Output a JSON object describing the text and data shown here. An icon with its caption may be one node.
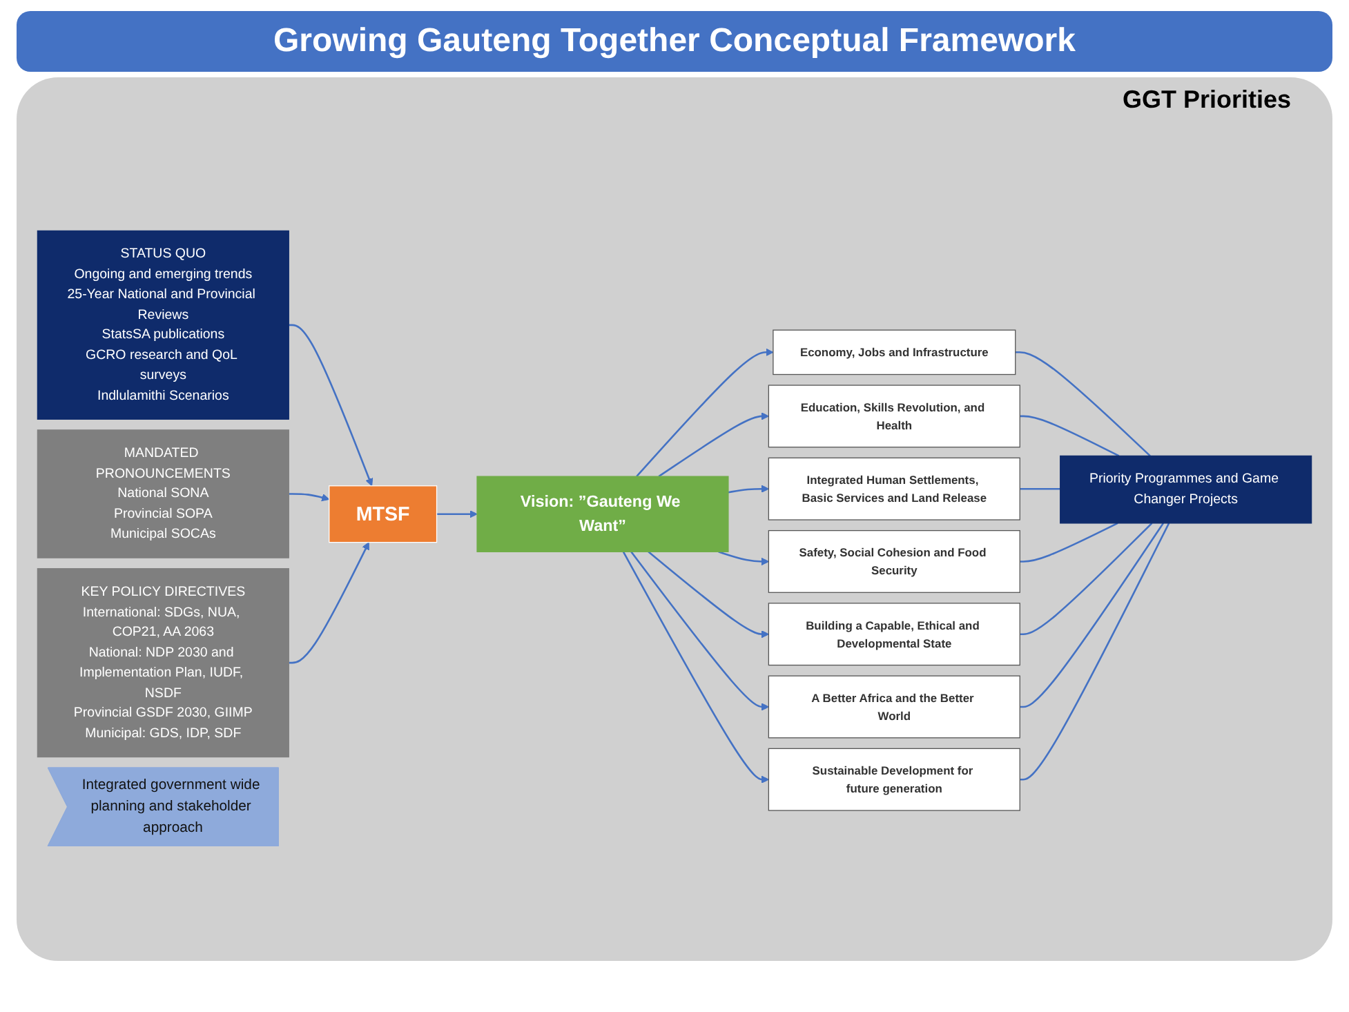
{
  "diagram": {
    "title": "Growing Gauteng Together Conceptual Framework",
    "nodes": [
      {
        "text": [
          "STATUS QUO",
          "Ongoing and emerging trends",
          "25-Year National and Provincial Reviews",
          "StatsSA publications",
          "GCRO research and QoL surveys",
          "Indlulamithi Scenarios"
        ]
      },
      {
        "text": [
          "MANDATED PRONOUNCEMENTS",
          "National SONA",
          "Provincial SOPA",
          "Municipal SOCAs"
        ]
      },
      {
        "text": [
          "MTSF"
        ]
      },
      {
        "text": [
          "KEY POLICY DIRECTIVES",
          "International: SDGs, NUA, COP21, AA 2063",
          "National: NDP 2030 and Implementation Plan, IUDF, NSDF",
          "Provincial GSDF 2030, GIIMP",
          "Municipal: GDS, IDP, SDF"
        ]
      },
      {
        "text": [
          "Vision: ”Gauteng We Want”"
        ]
      },
      {
        "text": [
          "Economy, Jobs and Infrastructure"
        ]
      },
      {
        "text": [
          "Education, Skills Revolution, and Health"
        ]
      },
      {
        "text": [
          "Integrated Human Settlements, Basic Services and Land Release"
        ]
      },
      {
        "text": [
          "Safety, Social Cohesion and Food Security"
        ]
      },
      {
        "text": [
          "Building a Capable, Ethical and Developmental State"
        ]
      },
      {
        "text": [
          "A Better Africa and the Better World"
        ]
      },
      {
        "text": [
          "Sustainable Development for future generation"
        ]
      },
      {
        "text": [
          "Priority Programmes and Game Changer Projects"
        ]
      },
      {
        "text": [
          "Integrated government wide planning and stakeholder approach"
        ]
      }
    ],
    "edges": [
      {
        "from": 0,
        "to": 2,
        "arrow": "to"
      },
      {
        "from": 1,
        "to": 2,
        "arrow": "to"
      },
      {
        "from": 3,
        "to": 2,
        "arrow": "to"
      },
      {
        "from": 2,
        "to": 4,
        "arrow": "to"
      },
      {
        "from": 4,
        "to": 5,
        "arrow": "to"
      },
      {
        "from": 4,
        "to": 6,
        "arrow": "to"
      },
      {
        "from": 4,
        "to": 7,
        "arrow": "to"
      },
      {
        "from": 4,
        "to": 8,
        "arrow": "to"
      },
      {
        "from": 4,
        "to": 9,
        "arrow": "to"
      },
      {
        "from": 4,
        "to": 10,
        "arrow": "to"
      },
      {
        "from": 4,
        "to": 11,
        "arrow": "to"
      },
      {
        "from": 5,
        "to": 12,
        "arrow": "none"
      },
      {
        "from": 6,
        "to": 12,
        "arrow": "none"
      },
      {
        "from": 7,
        "to": 12,
        "arrow": "none"
      },
      {
        "from": 8,
        "to": 12,
        "arrow": "none"
      },
      {
        "from": 9,
        "to": 12,
        "arrow": "none"
      },
      {
        "from": 10,
        "to": 12,
        "arrow": "none"
      },
      {
        "from": 11,
        "to": 12,
        "arrow": "none"
      }
    ],
    "labels": [
      "GGT Priorities"
    ]
  }
}
